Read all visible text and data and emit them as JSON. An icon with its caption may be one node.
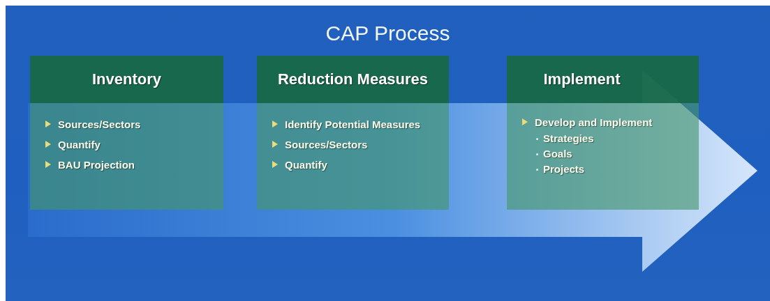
{
  "diagram": {
    "title": "CAP Process",
    "nodes": [
      {
        "text": [
          "Inventory",
          "Sources/Sectors",
          "Quantify",
          "BAU Projection"
        ]
      },
      {
        "text": [
          "Reduction Measures",
          "Identify Potential Measures",
          "Sources/Sectors",
          "Quantify"
        ]
      },
      {
        "text": [
          "Implement",
          "Develop and Implement",
          "Strategies",
          "Goals",
          "Projects"
        ]
      }
    ]
  }
}
